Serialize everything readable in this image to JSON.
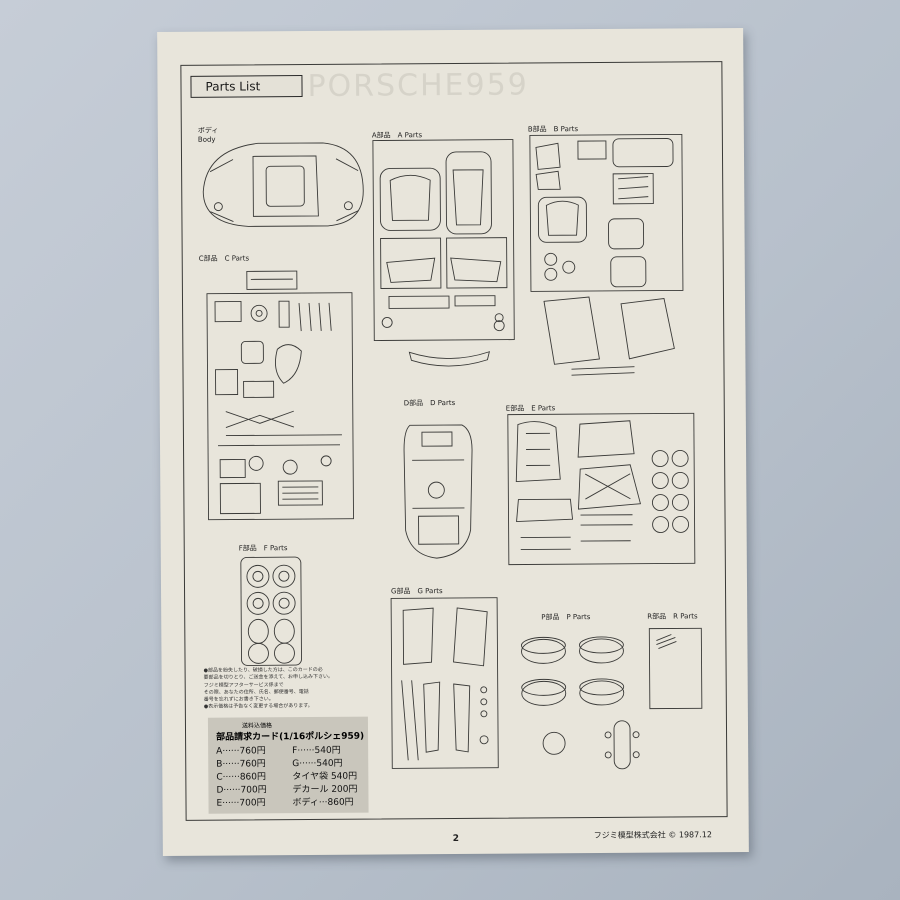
{
  "sheet": {
    "title": "Parts List",
    "ghost_text": "PORSCHE959",
    "page_number": "2",
    "maker": "フジミ模型株式会社",
    "copyright": "©",
    "date": "1987.12"
  },
  "sections": {
    "body_jp": "ボディ",
    "body_en": "Body",
    "a": "A部品　A Parts",
    "b": "B部品　B Parts",
    "c": "C部品　C Parts",
    "d": "D部品　D Parts",
    "e": "E部品　E Parts",
    "f": "F部品　F Parts",
    "g": "G部品　G Parts",
    "p": "P部品　P Parts",
    "r": "R部品　R Parts"
  },
  "notes": [
    "●部品を紛失したり、破損した方は、このカードの必",
    "要部品を切りとり、ご送金を添えて、お申し込み下さい。",
    "フジミ模型アフターサービス係まで",
    "その際、あなたの住所、氏名、郵便番号、電話",
    "番号を忘れずにお書き下さい。",
    "●表示価格は予告なく変更する場合があります。"
  ],
  "order_card": {
    "header": "送料込価格",
    "title": "部品請求カード(1/16ポルシェ959)",
    "left": [
      {
        "part": "A",
        "price": "760円"
      },
      {
        "part": "B",
        "price": "760円"
      },
      {
        "part": "C",
        "price": "860円"
      },
      {
        "part": "D",
        "price": "700円"
      },
      {
        "part": "E",
        "price": "700円"
      }
    ],
    "right": [
      {
        "part": "F",
        "price": "540円"
      },
      {
        "part": "G",
        "price": "540円"
      },
      {
        "part": "タイヤ袋",
        "price": "540円"
      },
      {
        "part": "デカール",
        "price": "200円"
      },
      {
        "part": "ボディ",
        "price": "860円"
      }
    ]
  }
}
